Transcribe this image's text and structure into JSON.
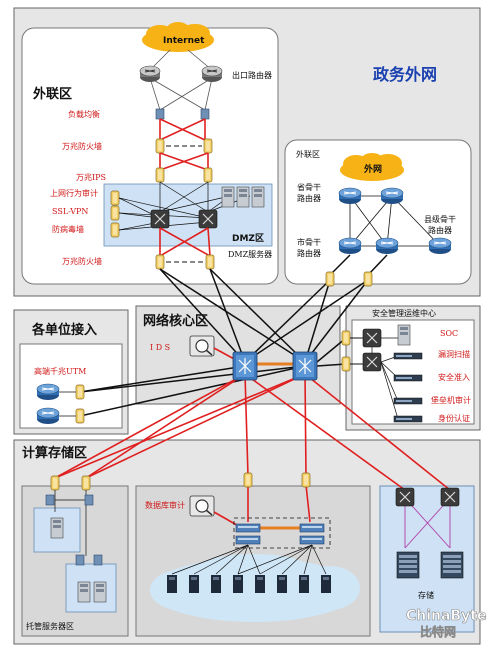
{
  "title": "政务外网",
  "zones": {
    "external_zone": "外联区",
    "external_zone_right": "外联区",
    "units_access": "各单位接入",
    "core": "网络核心区",
    "compute_storage": "计算存储区",
    "security_center": "安全管理运维中心",
    "hosting": "托管服务器区",
    "dmz": "DMZ区"
  },
  "clouds": {
    "internet": "Internet",
    "extranet": "外网"
  },
  "labels": {
    "exit_router": "出口路由器",
    "load_balance": "负载均衡",
    "gigabit_firewall_1": "万兆防火墙",
    "gigabit_ips": "万兆IPS",
    "behavior_audit": "上网行为审计",
    "ssl_vpn": "SSL-VPN",
    "antivirus_wall": "防病毒墙",
    "gigabit_firewall_2": "万兆防火墙",
    "dmz_server": "DMZ服务器",
    "province_router_l1": "省骨干",
    "province_router_l2": "路由器",
    "city_router_l1": "市骨干",
    "city_router_l2": "路由器",
    "county_router_l1": "县级骨干",
    "county_router_l2": "路由器",
    "ids": "I D S",
    "utm": "高端千兆UTM",
    "soc": "SOC",
    "vuln_scan": "漏洞扫描",
    "security_access": "安全准入",
    "bastion_audit": "堡垒机审计",
    "identity_auth": "身份认证",
    "db_audit": "数据库审计",
    "storage": "存储"
  },
  "watermark": {
    "line1": "ChinaByte",
    "line2": "比特网"
  },
  "colors": {
    "zone_fill": "#e9e9e9",
    "inner_fill": "#ffffff",
    "blue_panel": "#d4e6f7",
    "red_link": "#e02020",
    "black_link": "#111111",
    "cloud_orange": "#f7b316",
    "title_blue": "#1a3fb0",
    "label_red": "#d01818"
  },
  "icons": [
    "router-icon",
    "firewall-icon",
    "switch-icon",
    "core-switch-icon",
    "server-icon",
    "pc-icon",
    "ids-icon",
    "storage-icon"
  ]
}
